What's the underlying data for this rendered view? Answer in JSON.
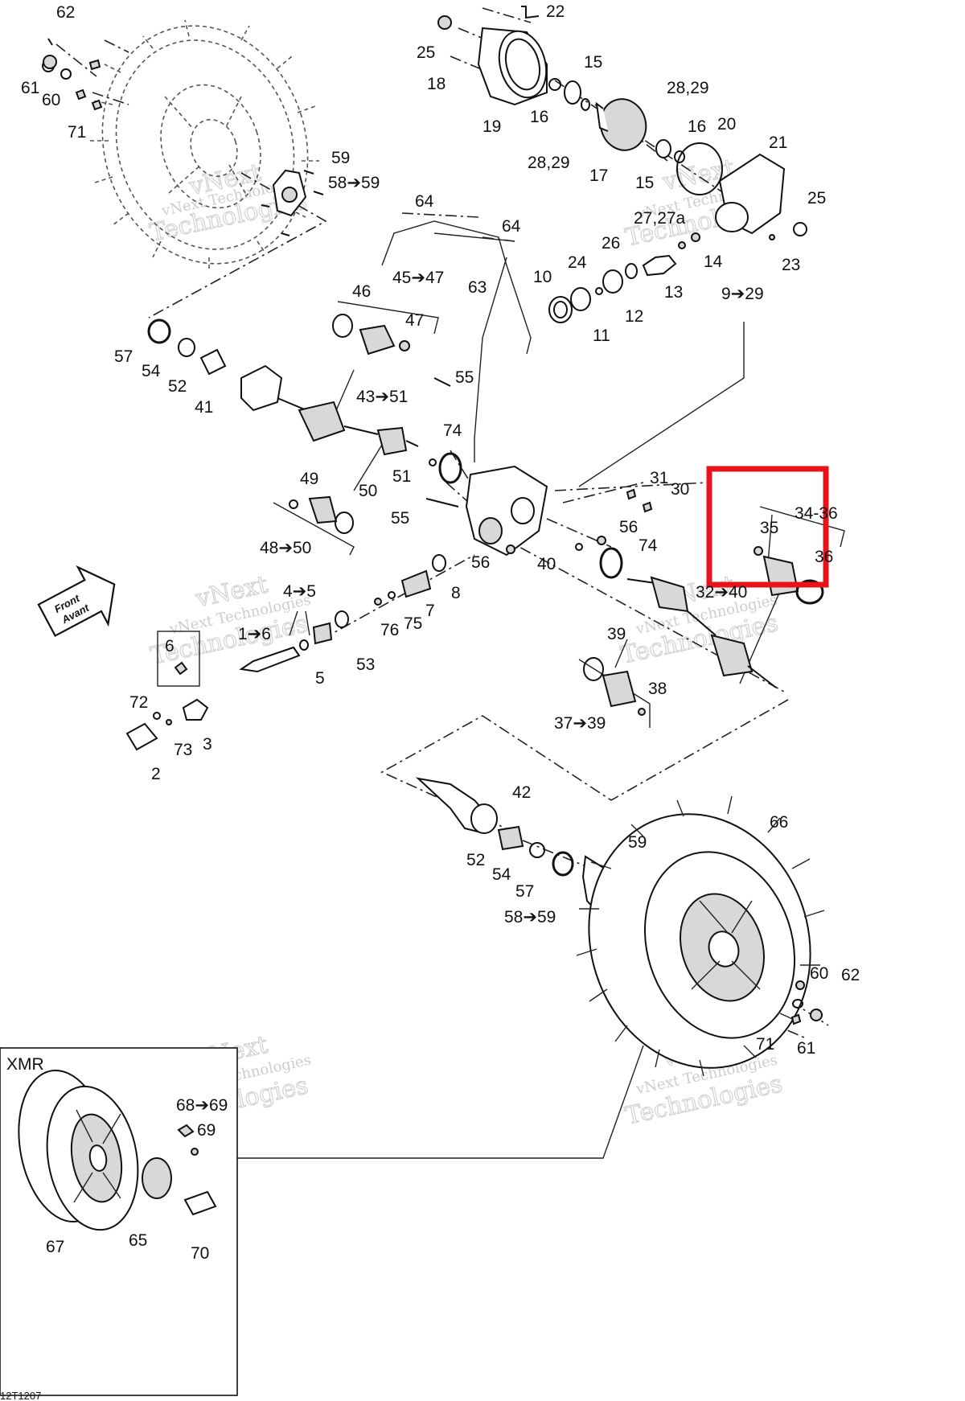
{
  "callouts": {
    "c62a": "62",
    "c61a": "61",
    "c60a": "60",
    "c71a": "71",
    "c59a": "59",
    "c5859a": "58➔59",
    "c22": "22",
    "c25a": "25",
    "c18": "18",
    "c19": "19",
    "c16a": "16",
    "c15a": "15",
    "c2829a": "28,29",
    "c2829b": "28,29",
    "c16b": "16",
    "c20": "20",
    "c17": "17",
    "c15b": "15",
    "c21": "21",
    "c25b": "25",
    "c2727a": "27,27a",
    "c23": "23",
    "c14": "14",
    "c26": "26",
    "c24": "24",
    "c13": "13",
    "c10": "10",
    "c12": "12",
    "c11": "11",
    "c929": "9➔29",
    "c64a": "64",
    "c64b": "64",
    "c63": "63",
    "c46": "46",
    "c4547": "45➔47",
    "c47": "47",
    "c57a": "57",
    "c54a": "54",
    "c52a": "52",
    "c41": "41",
    "c4351": "43➔51",
    "c55a": "55",
    "c74a": "74",
    "c51": "51",
    "c49": "49",
    "c50": "50",
    "c55b": "55",
    "c4850": "48➔50",
    "c31": "31",
    "c30": "30",
    "c3436": "34-36",
    "c35": "35",
    "c36": "36",
    "c56a": "56",
    "c74b": "74",
    "c56b": "56",
    "c40": "40",
    "c8": "8",
    "c3240": "32➔40",
    "c45": "4➔5",
    "c7": "7",
    "c75": "75",
    "c76": "76",
    "c53": "53",
    "c5": "5",
    "c16": "1➔6",
    "c6": "6",
    "c39": "39",
    "c38": "38",
    "c3739": "37➔39",
    "c72": "72",
    "c73": "73",
    "c3": "3",
    "c2": "2",
    "c42": "42",
    "c66": "66",
    "c59b": "59",
    "c52b": "52",
    "c54b": "54",
    "c57b": "57",
    "c5859b": "58➔59",
    "c60b": "60",
    "c62b": "62",
    "c71b": "71",
    "c61b": "61",
    "c6869": "68➔69",
    "c69": "69",
    "c67": "67",
    "c65": "65",
    "c70": "70"
  },
  "front_arrow": {
    "line1": "Front",
    "line2": "Avant"
  },
  "inset": {
    "label": "XMR"
  },
  "drawing_code": "12T1207",
  "watermark": {
    "small": "vNext Technologies",
    "big_line1": "vNext",
    "big_line2": "Technologies"
  },
  "highlight": {
    "color": "#e8141b",
    "encloses": "34-36"
  }
}
